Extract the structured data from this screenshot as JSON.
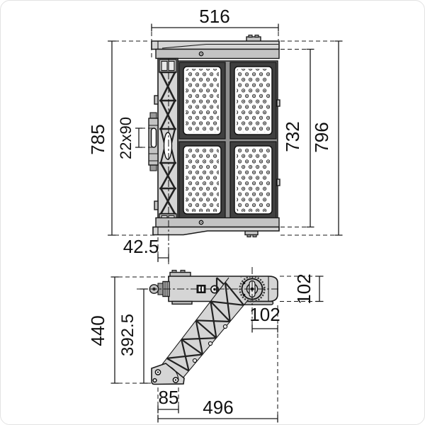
{
  "front_view": {
    "dim_width": "516",
    "dim_height_overall_left": "785",
    "dim_bracket_slot": "22x90",
    "dim_height_housing": "732",
    "dim_height_overall": "796",
    "dim_mount_offset": "42.5"
  },
  "side_view": {
    "dim_height_overall": "440",
    "dim_height_to_axis": "392.5",
    "dim_body_depth": "102",
    "dim_axis_to_rear": "102",
    "dim_foot_width": "85",
    "dim_length_overall": "496"
  },
  "style": {
    "line_color": "#1a1a1a",
    "fill_light": "#d5d5d5",
    "fill_mid": "#c3c3c3",
    "fill_dark": "#9a9a9a",
    "frame_color": "#3f3f3f",
    "background": "#ffffff"
  }
}
